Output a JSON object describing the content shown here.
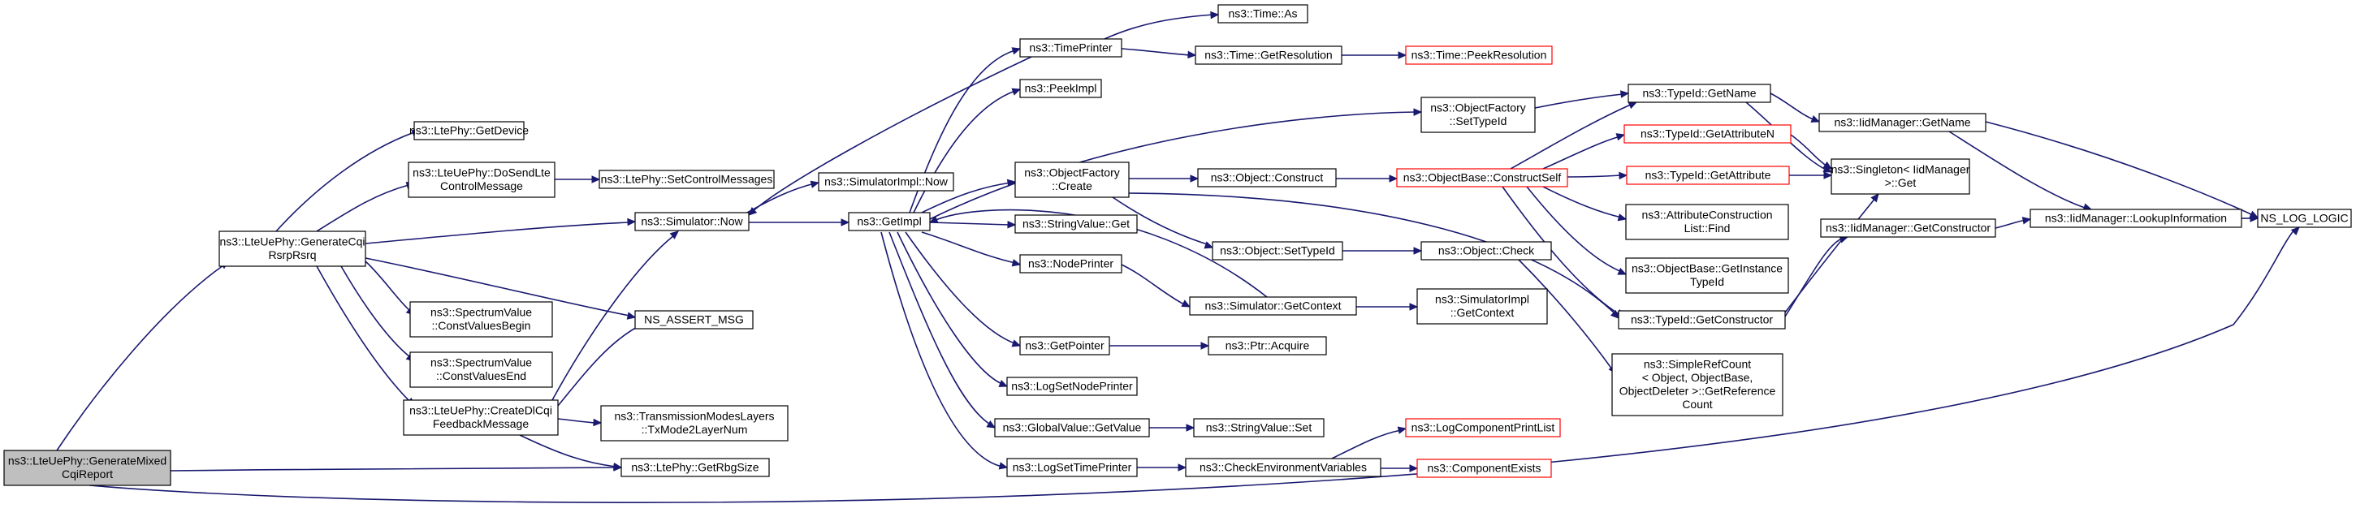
{
  "graph": {
    "title": "",
    "nodes": [
      {
        "id": "root",
        "lines": [
          "ns3::LteUePhy::GenerateMixed",
          "CqiReport"
        ],
        "kind": "root"
      },
      {
        "id": "gencqi",
        "lines": [
          "ns3::LteUePhy::GenerateCqi",
          "RsrpRsrq"
        ],
        "kind": "normal"
      },
      {
        "id": "getdevice",
        "lines": [
          "ns3::LtePhy::GetDevice"
        ],
        "kind": "normal"
      },
      {
        "id": "dosend",
        "lines": [
          "ns3::LteUePhy::DoSendLte",
          "ControlMessage"
        ],
        "kind": "normal"
      },
      {
        "id": "setctrl",
        "lines": [
          "ns3::LtePhy::SetControlMessages"
        ],
        "kind": "normal"
      },
      {
        "id": "simnow",
        "lines": [
          "ns3::Simulator::Now"
        ],
        "kind": "normal"
      },
      {
        "id": "simimplnow",
        "lines": [
          "ns3::SimulatorImpl::Now"
        ],
        "kind": "normal"
      },
      {
        "id": "assert",
        "lines": [
          "NS_ASSERT_MSG"
        ],
        "kind": "normal"
      },
      {
        "id": "cvbegin",
        "lines": [
          "ns3::SpectrumValue",
          "::ConstValuesBegin"
        ],
        "kind": "normal"
      },
      {
        "id": "cvend",
        "lines": [
          "ns3::SpectrumValue",
          "::ConstValuesEnd"
        ],
        "kind": "normal"
      },
      {
        "id": "createdl",
        "lines": [
          "ns3::LteUePhy::CreateDlCqi",
          "FeedbackMessage"
        ],
        "kind": "normal"
      },
      {
        "id": "txmode",
        "lines": [
          "ns3::TransmissionModesLayers",
          "::TxMode2LayerNum"
        ],
        "kind": "normal"
      },
      {
        "id": "rbgsize",
        "lines": [
          "ns3::LtePhy::GetRbgSize"
        ],
        "kind": "normal"
      },
      {
        "id": "getimpl",
        "lines": [
          "ns3::GetImpl"
        ],
        "kind": "normal"
      },
      {
        "id": "timeprinter",
        "lines": [
          "ns3::TimePrinter"
        ],
        "kind": "normal"
      },
      {
        "id": "peekimpl",
        "lines": [
          "ns3::PeekImpl"
        ],
        "kind": "normal"
      },
      {
        "id": "ofcreate",
        "lines": [
          "ns3::ObjectFactory",
          "::Create"
        ],
        "kind": "normal"
      },
      {
        "id": "strget",
        "lines": [
          "ns3::StringValue::Get"
        ],
        "kind": "normal"
      },
      {
        "id": "nodeprinter",
        "lines": [
          "ns3::NodePrinter"
        ],
        "kind": "normal"
      },
      {
        "id": "getpointer",
        "lines": [
          "ns3::GetPointer"
        ],
        "kind": "normal"
      },
      {
        "id": "logsetnode",
        "lines": [
          "ns3::LogSetNodePrinter"
        ],
        "kind": "normal"
      },
      {
        "id": "gvgetvalue",
        "lines": [
          "ns3::GlobalValue::GetValue"
        ],
        "kind": "normal"
      },
      {
        "id": "logsettime",
        "lines": [
          "ns3::LogSetTimePrinter"
        ],
        "kind": "normal"
      },
      {
        "id": "timeas",
        "lines": [
          "ns3::Time::As"
        ],
        "kind": "normal"
      },
      {
        "id": "timegetres",
        "lines": [
          "ns3::Time::GetResolution"
        ],
        "kind": "normal"
      },
      {
        "id": "timepeekres",
        "lines": [
          "ns3::Time::PeekResolution"
        ],
        "kind": "trunc"
      },
      {
        "id": "ofsettypeid",
        "lines": [
          "ns3::ObjectFactory",
          "::SetTypeId"
        ],
        "kind": "normal"
      },
      {
        "id": "objconstruct",
        "lines": [
          "ns3::Object::Construct"
        ],
        "kind": "normal"
      },
      {
        "id": "objsettypeid",
        "lines": [
          "ns3::Object::SetTypeId"
        ],
        "kind": "normal"
      },
      {
        "id": "simgetctx",
        "lines": [
          "ns3::Simulator::GetContext"
        ],
        "kind": "normal"
      },
      {
        "id": "ptracquire",
        "lines": [
          "ns3::Ptr::Acquire"
        ],
        "kind": "normal"
      },
      {
        "id": "strset",
        "lines": [
          "ns3::StringValue::Set"
        ],
        "kind": "normal"
      },
      {
        "id": "checkenv",
        "lines": [
          "ns3::CheckEnvironmentVariables"
        ],
        "kind": "normal"
      },
      {
        "id": "obconstructself",
        "lines": [
          "ns3::ObjectBase::ConstructSelf"
        ],
        "kind": "trunc"
      },
      {
        "id": "objcheck",
        "lines": [
          "ns3::Object::Check"
        ],
        "kind": "normal"
      },
      {
        "id": "simimplgetctx",
        "lines": [
          "ns3::SimulatorImpl",
          "::GetContext"
        ],
        "kind": "normal"
      },
      {
        "id": "logcomplist",
        "lines": [
          "ns3::LogComponentPrintList"
        ],
        "kind": "trunc"
      },
      {
        "id": "compexists",
        "lines": [
          "ns3::ComponentExists"
        ],
        "kind": "trunc"
      },
      {
        "id": "tidgetname",
        "lines": [
          "ns3::TypeId::GetName"
        ],
        "kind": "normal"
      },
      {
        "id": "tidgetattrn",
        "lines": [
          "ns3::TypeId::GetAttributeN"
        ],
        "kind": "trunc"
      },
      {
        "id": "tidgetattr",
        "lines": [
          "ns3::TypeId::GetAttribute"
        ],
        "kind": "trunc"
      },
      {
        "id": "attrconstruct",
        "lines": [
          "ns3::AttributeConstruction",
          "List::Find"
        ],
        "kind": "normal"
      },
      {
        "id": "obgetinst",
        "lines": [
          "ns3::ObjectBase::GetInstance",
          "TypeId"
        ],
        "kind": "normal"
      },
      {
        "id": "tidgetctor",
        "lines": [
          "ns3::TypeId::GetConstructor"
        ],
        "kind": "normal"
      },
      {
        "id": "simplerefcount",
        "lines": [
          "ns3::SimpleRefCount",
          "< Object, ObjectBase,",
          "ObjectDeleter >::GetReference",
          "Count"
        ],
        "kind": "normal"
      },
      {
        "id": "iidgetname",
        "lines": [
          "ns3::IidManager::GetName"
        ],
        "kind": "normal"
      },
      {
        "id": "singletonget",
        "lines": [
          "ns3::Singleton< IidManager",
          ">::Get"
        ],
        "kind": "normal"
      },
      {
        "id": "iidlookup",
        "lines": [
          "ns3::IidManager::LookupInformation"
        ],
        "kind": "normal"
      },
      {
        "id": "iidgetctor",
        "lines": [
          "ns3::IidManager::GetConstructor"
        ],
        "kind": "normal"
      },
      {
        "id": "nslogic",
        "lines": [
          "NS_LOG_LOGIC"
        ],
        "kind": "normal"
      }
    ],
    "edges": [
      [
        "root",
        "gencqi"
      ],
      [
        "root",
        "rbgsize"
      ],
      [
        "root",
        "nslogic"
      ],
      [
        "gencqi",
        "getdevice"
      ],
      [
        "gencqi",
        "dosend"
      ],
      [
        "gencqi",
        "simnow"
      ],
      [
        "gencqi",
        "assert"
      ],
      [
        "gencqi",
        "cvbegin"
      ],
      [
        "gencqi",
        "cvend"
      ],
      [
        "gencqi",
        "createdl"
      ],
      [
        "dosend",
        "setctrl"
      ],
      [
        "simnow",
        "simimplnow"
      ],
      [
        "simnow",
        "getimpl"
      ],
      [
        "createdl",
        "simnow"
      ],
      [
        "createdl",
        "assert"
      ],
      [
        "createdl",
        "txmode"
      ],
      [
        "createdl",
        "rbgsize"
      ],
      [
        "getimpl",
        "timeprinter"
      ],
      [
        "getimpl",
        "peekimpl"
      ],
      [
        "getimpl",
        "ofcreate"
      ],
      [
        "getimpl",
        "strget"
      ],
      [
        "getimpl",
        "nodeprinter"
      ],
      [
        "getimpl",
        "getpointer"
      ],
      [
        "getimpl",
        "logsetnode"
      ],
      [
        "getimpl",
        "gvgetvalue"
      ],
      [
        "getimpl",
        "logsettime"
      ],
      [
        "getimpl",
        "ofsettypeid"
      ],
      [
        "timeprinter",
        "timeas"
      ],
      [
        "timeprinter",
        "timegetres"
      ],
      [
        "timeprinter",
        "simnow"
      ],
      [
        "timegetres",
        "timepeekres"
      ],
      [
        "ofcreate",
        "objconstruct"
      ],
      [
        "ofcreate",
        "objsettypeid"
      ],
      [
        "ofcreate",
        "tidgetctor"
      ],
      [
        "nodeprinter",
        "simgetctx"
      ],
      [
        "simgetctx",
        "getimpl"
      ],
      [
        "simgetctx",
        "simimplgetctx"
      ],
      [
        "getpointer",
        "ptracquire"
      ],
      [
        "gvgetvalue",
        "strset"
      ],
      [
        "logsettime",
        "checkenv"
      ],
      [
        "checkenv",
        "logcomplist"
      ],
      [
        "checkenv",
        "compexists"
      ],
      [
        "objconstruct",
        "obconstructself"
      ],
      [
        "objsettypeid",
        "objcheck"
      ],
      [
        "objcheck",
        "simplerefcount"
      ],
      [
        "ofsettypeid",
        "tidgetname"
      ],
      [
        "obconstructself",
        "tidgetname"
      ],
      [
        "obconstructself",
        "tidgetattrn"
      ],
      [
        "obconstructself",
        "tidgetattr"
      ],
      [
        "obconstructself",
        "attrconstruct"
      ],
      [
        "obconstructself",
        "obgetinst"
      ],
      [
        "obconstructself",
        "tidgetctor"
      ],
      [
        "tidgetname",
        "iidgetname"
      ],
      [
        "tidgetname",
        "singletonget"
      ],
      [
        "tidgetattrn",
        "singletonget"
      ],
      [
        "tidgetattr",
        "singletonget"
      ],
      [
        "tidgetctor",
        "singletonget"
      ],
      [
        "tidgetctor",
        "iidgetctor"
      ],
      [
        "iidgetname",
        "iidlookup"
      ],
      [
        "iidgetname",
        "nslogic"
      ],
      [
        "iidgetctor",
        "iidlookup"
      ],
      [
        "iidlookup",
        "nslogic"
      ]
    ]
  }
}
